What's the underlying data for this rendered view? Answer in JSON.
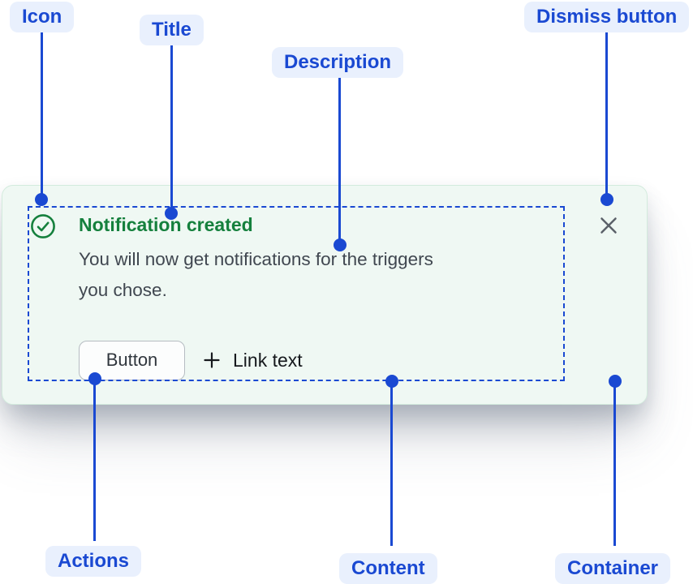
{
  "callouts": {
    "icon": {
      "label": "Icon"
    },
    "title": {
      "label": "Title"
    },
    "description": {
      "label": "Description"
    },
    "dismiss": {
      "label": "Dismiss button"
    },
    "actions": {
      "label": "Actions"
    },
    "content": {
      "label": "Content"
    },
    "container": {
      "label": "Container"
    }
  },
  "notification": {
    "status": "success",
    "title": "Notification created",
    "description_lines": [
      "You will now get notifications for the triggers",
      "you chose."
    ],
    "actions": {
      "button_label": "Button",
      "link_label": "Link text"
    },
    "icons": {
      "status_icon": "check-circle",
      "link_icon": "plus",
      "dismiss_icon": "close-x"
    }
  },
  "colors": {
    "annotation_blue": "#1a49d2",
    "annotation_pill_bg": "#e9f0fd",
    "success_green": "#15803d",
    "card_bg": "#eff8f3",
    "card_border": "#d3ebdd",
    "body_text": "#404750",
    "link_text": "#16191d",
    "dismiss_gray": "#5b6169"
  }
}
